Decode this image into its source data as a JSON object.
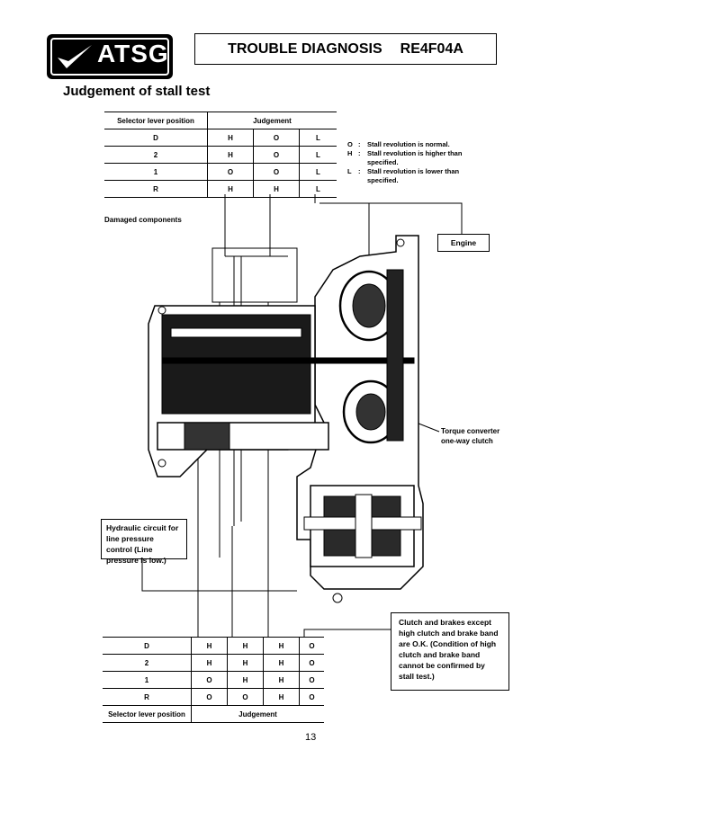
{
  "header": {
    "logo_text": "ATSG",
    "title": "TROUBLE DIAGNOSIS",
    "model": "RE4F04A"
  },
  "subtitle": "Judgement of stall test",
  "stall_table": {
    "header": [
      "Selector lever position",
      "Judgement"
    ],
    "rows": [
      [
        "D",
        "H",
        "O",
        "L"
      ],
      [
        "2",
        "H",
        "O",
        "L"
      ],
      [
        "1",
        "O",
        "O",
        "L"
      ],
      [
        "R",
        "H",
        "H",
        "L"
      ]
    ]
  },
  "legend": [
    {
      "sym": "O",
      "text": "Stall revolution is normal."
    },
    {
      "sym": "H",
      "text": "Stall revolution is higher than specified."
    },
    {
      "sym": "L",
      "text": "Stall revolution is lower than specified."
    }
  ],
  "damaged_label": "Damaged components",
  "engine_label": "Engine",
  "torque_label": "Torque converter one-way clutch",
  "hydraulic_label": "Hydraulic circuit for line pressure control (Line pressure is low.)",
  "clutch_label": "Clutch and brakes except high clutch and brake band are O.K. (Condition of high clutch and brake band cannot be confirmed by stall test.)",
  "bottom_table": {
    "rows": [
      [
        "D",
        "H",
        "H",
        "H",
        "O"
      ],
      [
        "2",
        "H",
        "H",
        "H",
        "O"
      ],
      [
        "1",
        "O",
        "H",
        "H",
        "O"
      ],
      [
        "R",
        "O",
        "O",
        "H",
        "O"
      ]
    ],
    "footer": [
      "Selector lever position",
      "Judgement"
    ]
  },
  "page_number": "13"
}
